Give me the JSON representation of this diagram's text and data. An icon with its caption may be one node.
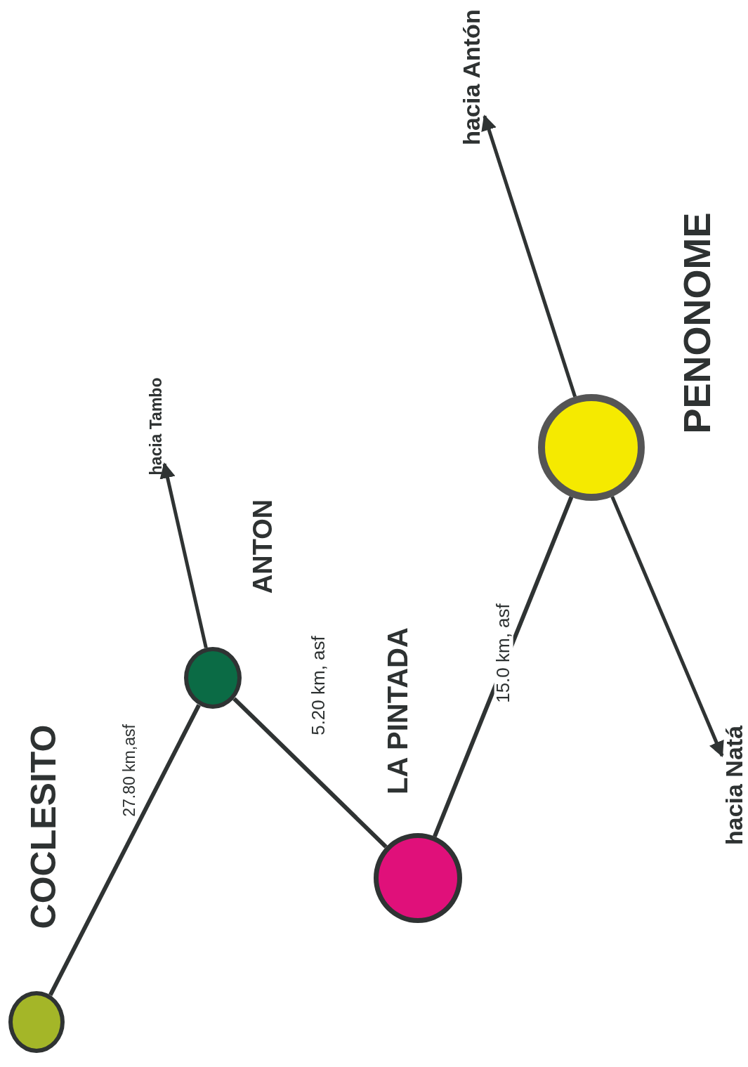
{
  "diagram": {
    "nodes": [
      {
        "text": [],
        "shape": "circle",
        "beside": [
          "COCLESITO"
        ]
      },
      {
        "text": [],
        "shape": "circle",
        "beside": [
          "ANTON"
        ]
      },
      {
        "text": [],
        "shape": "circle",
        "beside": [
          "LA PINTADA"
        ]
      },
      {
        "text": [],
        "shape": "circle",
        "beside": [
          "PENONOME"
        ]
      },
      {
        "text": [
          "hacia  Tambo"
        ]
      },
      {
        "text": [
          "hacia Antón"
        ]
      },
      {
        "text": [
          "hacia Natá"
        ]
      }
    ],
    "edges": [
      {
        "from": 0,
        "to": 1,
        "arrow": "none",
        "label": "27.80 km,asf"
      },
      {
        "from": 1,
        "to": 2,
        "arrow": "none",
        "label": "5.20 km, asf"
      },
      {
        "from": 2,
        "to": 3,
        "arrow": "none",
        "label": "15.0 km, asf"
      },
      {
        "from": 1,
        "to": 4,
        "arrow": "to"
      },
      {
        "from": 3,
        "to": 5,
        "arrow": "to"
      },
      {
        "from": 3,
        "to": 6,
        "arrow": "to"
      }
    ]
  }
}
